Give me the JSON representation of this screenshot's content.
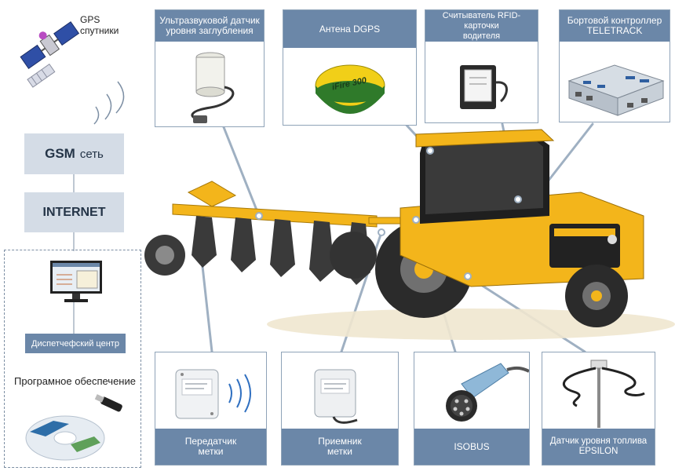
{
  "satellite": {
    "label": "GPS\nспутники"
  },
  "network": {
    "gsm_bold": "GSM",
    "gsm_rest": "сеть",
    "internet": "INTERNET"
  },
  "dispatch": {
    "center": "Диспетчефский центр",
    "software": "Програмное обеспечение"
  },
  "top_cards": [
    {
      "caption": "Ультразвуковой датчик\nуровня заглубления",
      "icon": "ultrasonic-sensor"
    },
    {
      "caption": "Антена DGPS",
      "icon": "dgps-antenna",
      "device_text": "iFire 300"
    },
    {
      "caption": "Считыватель RFID-карточки\nводителя",
      "icon": "rfid-reader"
    },
    {
      "caption": "Бортовой контроллер\nTELETRACK",
      "icon": "onboard-controller"
    }
  ],
  "bottom_cards": [
    {
      "caption": "Передатчик\nметки",
      "icon": "tag-transmitter"
    },
    {
      "caption": "Приемник\nметки",
      "icon": "tag-receiver"
    },
    {
      "caption": "ISOBUS",
      "icon": "isobus-connector"
    },
    {
      "caption": "Датчик уровня топлива\nEPSILON",
      "icon": "fuel-level-sensor"
    }
  ],
  "colors": {
    "caption_bg": "#6b87a8",
    "network_box": "#d4dce6",
    "tractor_yellow": "#f3b51b",
    "connector_line": "#aebccb"
  }
}
